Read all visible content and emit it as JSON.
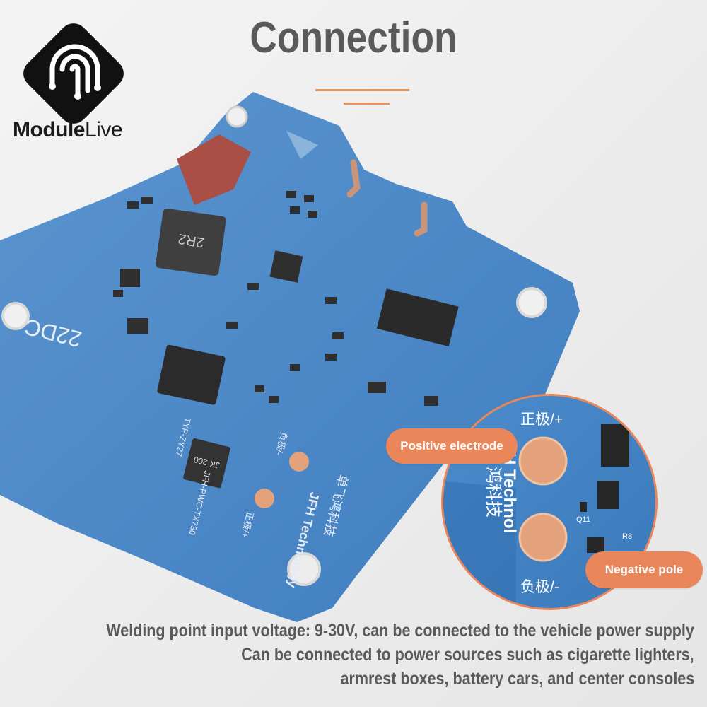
{
  "title": "Connection",
  "logo": {
    "brand_bold": "Module",
    "brand_light": "Live"
  },
  "board": {
    "silkscreen_22dc": "22DC",
    "model": "JFH-PWC-TX730",
    "typ": "TYP-ZY27",
    "brand_cn": "单飞鸿科技",
    "brand_en": "JFH Technology",
    "pos_label": "正极/+",
    "neg_label": "负极/-",
    "inductor_label": "2R2",
    "jk_label": "JK 200"
  },
  "zoom": {
    "pos_label": "正极/+",
    "neg_label": "负极/-",
    "brand_cn": "鸿科技",
    "brand_en": "H Technol",
    "q11": "Q11",
    "r8": "R8"
  },
  "callouts": {
    "positive": "Positive electrode",
    "negative": "Negative pole"
  },
  "caption": {
    "line1": "Welding point input voltage: 9-30V, can be connected to the vehicle power supply",
    "line2": "Can be connected to power sources such as cigarette lighters,",
    "line3": "armrest boxes, battery cars, and center consoles"
  },
  "colors": {
    "accent": "#e9875b",
    "board_blue": "#4d88c7",
    "title_gray": "#5a5a58"
  }
}
